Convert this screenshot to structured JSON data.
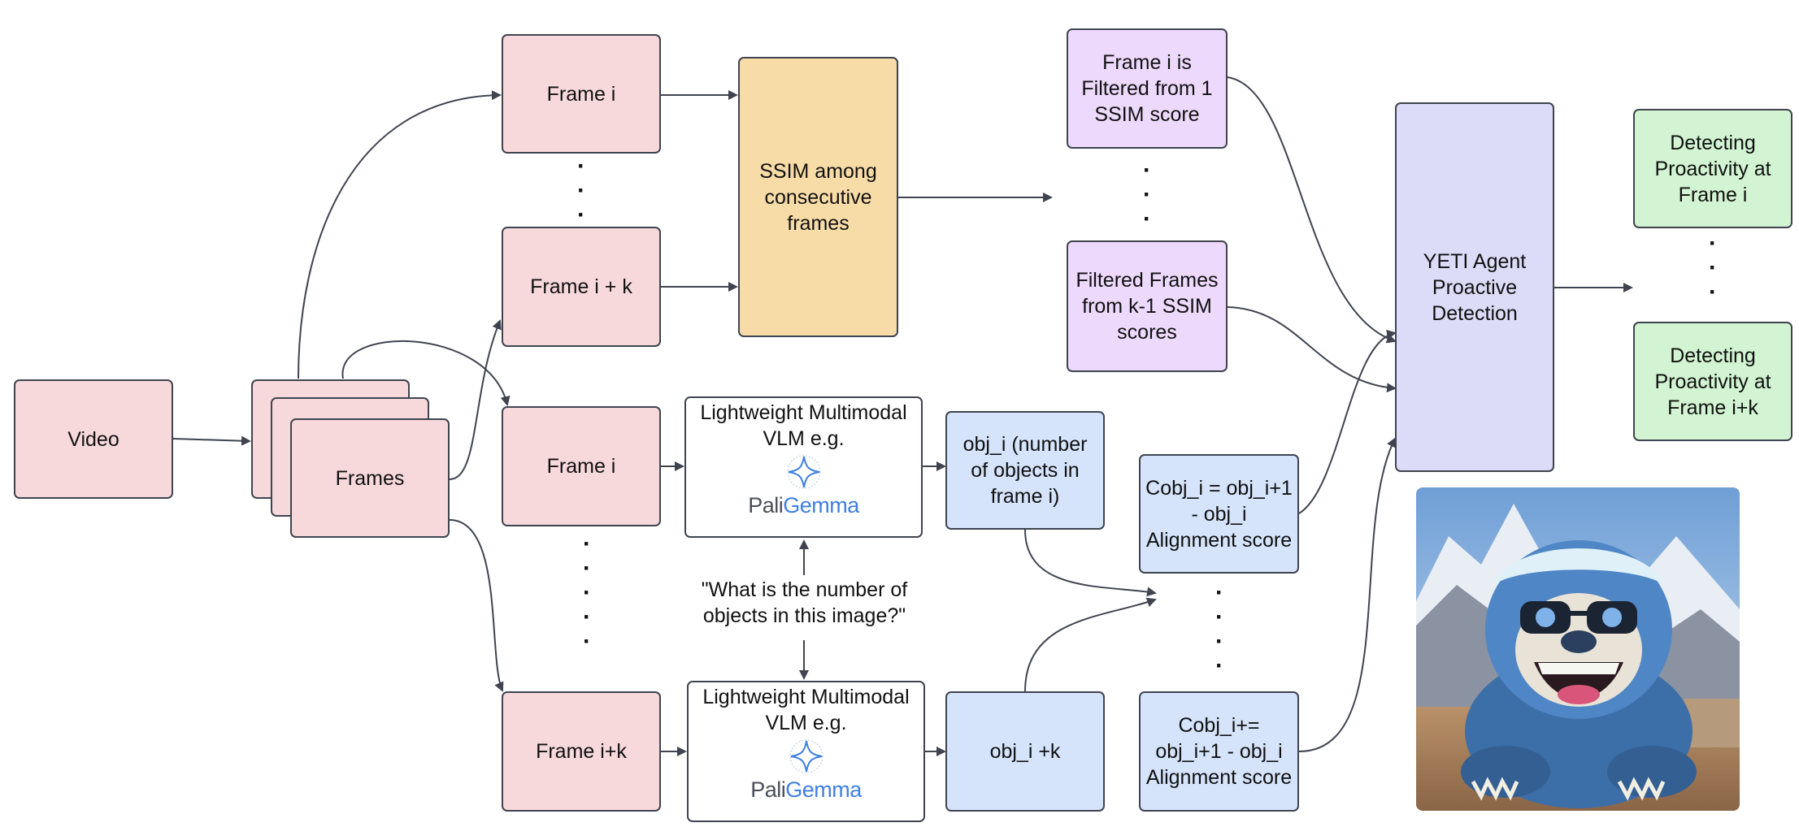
{
  "nodes": {
    "video": "Video",
    "frames_stack": "Frames",
    "top_frame_i": "Frame i",
    "top_frame_ik": "Frame i + k",
    "ssim": "SSIM among consecutive frames",
    "filtered_i": "Frame i is Filtered from 1 SSIM score",
    "filtered_k": "Filtered Frames from k-1 SSIM scores",
    "yeti": "YETI Agent Proactive Detection",
    "detect_i": "Detecting Proactivity at Frame i",
    "detect_ik": "Detecting Proactivity at Frame i+k",
    "bottom_frame_i": "Frame i",
    "bottom_frame_ik": "Frame i+k",
    "vlm_top_text": "Lightweight Multimodal VLM e.g.",
    "vlm_bottom_text": "Lightweight Multimodal VLM e.g.",
    "paligemma_part1": "Pali",
    "paligemma_part2": "Gemma",
    "obj_i": "obj_i  (number of objects in frame i)",
    "obj_ik": "obj_i +k",
    "cobj_i": "Cobj_i = obj_i+1 - obj_i Alignment score",
    "cobj_ik": "Cobj_i+= obj_i+1 - obj_i Alignment score",
    "question": "\"What is the number of objects in this image?\""
  },
  "icons": {
    "gemma": "gemma-sparkle-icon",
    "yeti_image": "yeti-mascot-illustration"
  },
  "colors": {
    "pink": "#f7d9dc",
    "orange": "#f8dca7",
    "purple": "#edd9fb",
    "lavender": "#dcdcf8",
    "green": "#d2f4d2",
    "blue": "#d5e4fb",
    "stroke": "#3f4450"
  }
}
